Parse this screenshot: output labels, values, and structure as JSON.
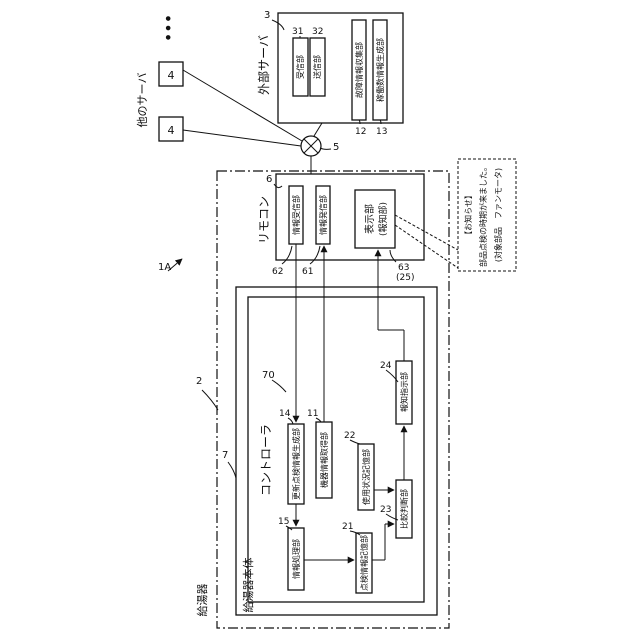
{
  "labels": {
    "boiler": "給湯器",
    "boiler_ref": "2",
    "body": "給湯器本体",
    "body_ref": "7",
    "controller": "コントローラ",
    "controller_ref": "70",
    "system_ref": "1A",
    "remote": "リモコン",
    "remote_ref": "6",
    "external_server": "外部サーバ",
    "external_server_ref": "3",
    "other_server": "他のサーバ",
    "other_server_box": "4",
    "network_ref": "5",
    "ellipsis": "•••"
  },
  "blocks": {
    "info_processing": {
      "label": "情報処理部",
      "ref": "15"
    },
    "inspection_info_storage": {
      "label": "点検情報記憶部",
      "ref": "21"
    },
    "update_inspection_info": {
      "label": "更新点検情報生成部",
      "ref": "14"
    },
    "device_info_acquisition": {
      "label": "機器情報取得部",
      "ref": "11"
    },
    "usage_storage": {
      "label": "使用状況記憶部",
      "ref": "22"
    },
    "comparison_judgment": {
      "label": "比較判断部",
      "ref": "23"
    },
    "notification_instruction": {
      "label": "報知指示部",
      "ref": "24"
    },
    "info_receiving": {
      "label": "情報受信部",
      "ref": "62"
    },
    "info_sending": {
      "label": "情報発信部",
      "ref": "61"
    },
    "display": {
      "label": "表示部",
      "sublabel": "(報知部)",
      "ref": "63",
      "ref2": "(25)"
    },
    "receiver": {
      "label": "受信部",
      "ref": "31"
    },
    "transmitter": {
      "label": "送信部",
      "ref": "32"
    },
    "statistics_collection": {
      "label": "故障情報収集部",
      "ref": "12"
    },
    "quantity_generation": {
      "label": "稼働数情報生成部",
      "ref": "13"
    }
  },
  "notice": {
    "line1": "【お知らせ】",
    "line2": "部品点検の時期が来ました。",
    "line3": "(対象部品　ファンモータ)"
  }
}
